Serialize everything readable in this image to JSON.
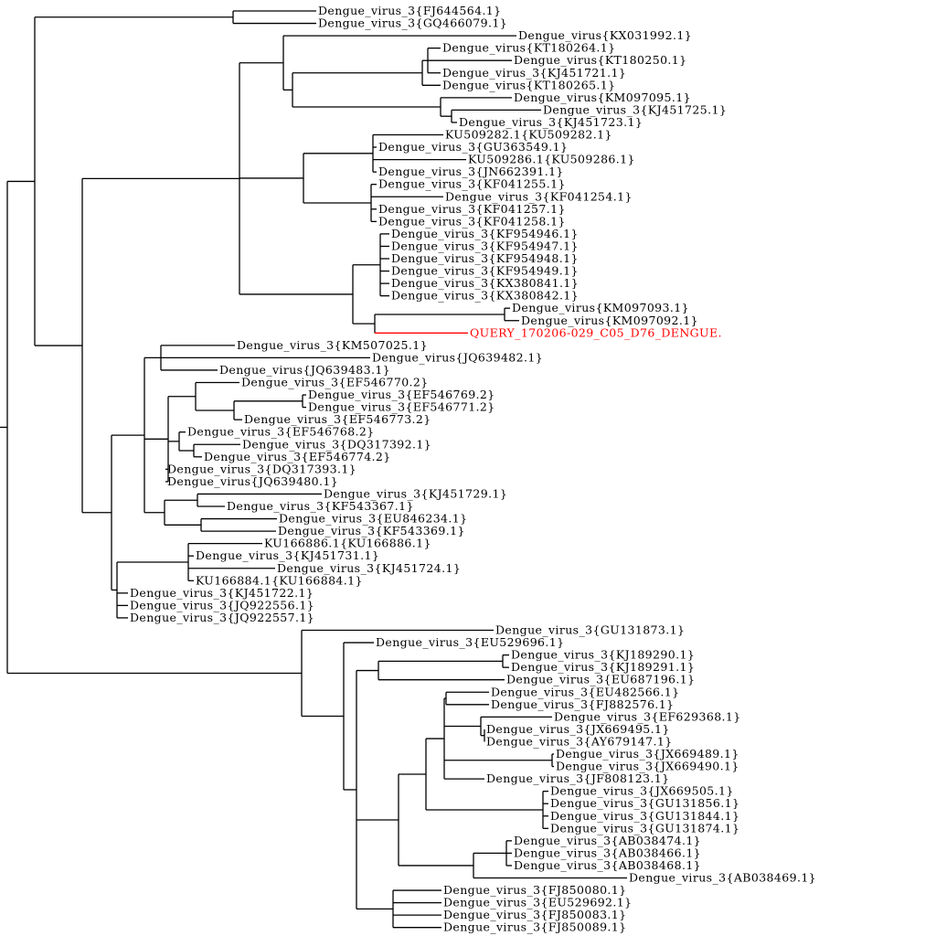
{
  "tree": {
    "query_color": "#ff0000",
    "line_color": "#000000",
    "leaves": [
      {
        "label": "Dengue_virus_3{FJ644564.1}"
      },
      {
        "label": "Dengue_virus_3{GQ466079.1}"
      },
      {
        "label": "Dengue_virus{KX031992.1}"
      },
      {
        "label": "Dengue_virus{KT180264.1}"
      },
      {
        "label": "Dengue_virus{KT180250.1}"
      },
      {
        "label": "Dengue_virus_3{KJ451721.1}"
      },
      {
        "label": "Dengue_virus{KT180265.1}"
      },
      {
        "label": "Dengue_virus{KM097095.1}"
      },
      {
        "label": "Dengue_virus_3{KJ451725.1}"
      },
      {
        "label": "Dengue_virus_3{KJ451723.1}"
      },
      {
        "label": "KU509282.1{KU509282.1}"
      },
      {
        "label": "Dengue_virus_3{GU363549.1}"
      },
      {
        "label": "KU509286.1{KU509286.1}"
      },
      {
        "label": "Dengue_virus_3{JN662391.1}"
      },
      {
        "label": "Dengue_virus_3{KF041255.1}"
      },
      {
        "label": "Dengue_virus_3{KF041254.1}"
      },
      {
        "label": "Dengue_virus_3{KF041257.1}"
      },
      {
        "label": "Dengue_virus_3{KF041258.1}"
      },
      {
        "label": "Dengue_virus_3{KF954946.1}"
      },
      {
        "label": "Dengue_virus_3{KF954947.1}"
      },
      {
        "label": "Dengue_virus_3{KF954948.1}"
      },
      {
        "label": "Dengue_virus_3{KF954949.1}"
      },
      {
        "label": "Dengue_virus_3{KX380841.1}"
      },
      {
        "label": "Dengue_virus_3{KX380842.1}"
      },
      {
        "label": "Dengue_virus{KM097093.1}"
      },
      {
        "label": "Dengue_virus{KM097092.1}"
      },
      {
        "label": "QUERY_170206-029_C05_D76_DENGUE.",
        "query": true
      },
      {
        "label": "Dengue_virus_3{KM507025.1}"
      },
      {
        "label": "Dengue_virus{JQ639482.1}"
      },
      {
        "label": "Dengue_virus{JQ639483.1}"
      },
      {
        "label": "Dengue_virus_3{EF546770.2}"
      },
      {
        "label": "Dengue_virus_3{EF546769.2}"
      },
      {
        "label": "Dengue_virus_3{EF546771.2}"
      },
      {
        "label": "Dengue_virus_3{EF546773.2}"
      },
      {
        "label": "Dengue_virus_3{EF546768.2}"
      },
      {
        "label": "Dengue_virus_3{DQ317392.1}"
      },
      {
        "label": "Dengue_virus_3{EF546774.2}"
      },
      {
        "label": "Dengue_virus_3{DQ317393.1}"
      },
      {
        "label": "Dengue_virus{JQ639480.1}"
      },
      {
        "label": "Dengue_virus_3{KJ451729.1}"
      },
      {
        "label": "Dengue_virus_3{KF543367.1}"
      },
      {
        "label": "Dengue_virus_3{EU846234.1}"
      },
      {
        "label": "Dengue_virus_3{KF543369.1}"
      },
      {
        "label": "KU166886.1{KU166886.1}"
      },
      {
        "label": "Dengue_virus_3{KJ451731.1}"
      },
      {
        "label": "Dengue_virus_3{KJ451724.1}"
      },
      {
        "label": "KU166884.1{KU166884.1}"
      },
      {
        "label": "Dengue_virus_3{KJ451722.1}"
      },
      {
        "label": "Dengue_virus_3{JQ922556.1}"
      },
      {
        "label": "Dengue_virus_3{JQ922557.1}"
      },
      {
        "label": "Dengue_virus_3{GU131873.1}"
      },
      {
        "label": "Dengue_virus_3{EU529696.1}"
      },
      {
        "label": "Dengue_virus_3{KJ189290.1}"
      },
      {
        "label": "Dengue_virus_3{KJ189291.1}"
      },
      {
        "label": "Dengue_virus_3{EU687196.1}"
      },
      {
        "label": "Dengue_virus_3{EU482566.1}"
      },
      {
        "label": "Dengue_virus_3{FJ882576.1}"
      },
      {
        "label": "Dengue_virus_3{EF629368.1}"
      },
      {
        "label": "Dengue_virus_3{JX669495.1}"
      },
      {
        "label": "Dengue_virus_3{AY679147.1}"
      },
      {
        "label": "Dengue_virus_3{JX669489.1}"
      },
      {
        "label": "Dengue_virus_3{JX669490.1}"
      },
      {
        "label": "Dengue_virus_3{JF808123.1}"
      },
      {
        "label": "Dengue_virus_3{JX669505.1}"
      },
      {
        "label": "Dengue_virus_3{GU131856.1}"
      },
      {
        "label": "Dengue_virus_3{GU131844.1}"
      },
      {
        "label": "Dengue_virus_3{GU131874.1}"
      },
      {
        "label": "Dengue_virus_3{AB038474.1}"
      },
      {
        "label": "Dengue_virus_3{AB038466.1}"
      },
      {
        "label": "Dengue_virus_3{AB038468.1}"
      },
      {
        "label": "Dengue_virus_3{AB038469.1}"
      },
      {
        "label": "Dengue_virus_3{FJ850080.1}"
      },
      {
        "label": "Dengue_virus_3{EU529692.1}"
      },
      {
        "label": "Dengue_virus_3{FJ850083.1}"
      },
      {
        "label": "Dengue_virus_3{FJ850089.1}"
      }
    ]
  }
}
